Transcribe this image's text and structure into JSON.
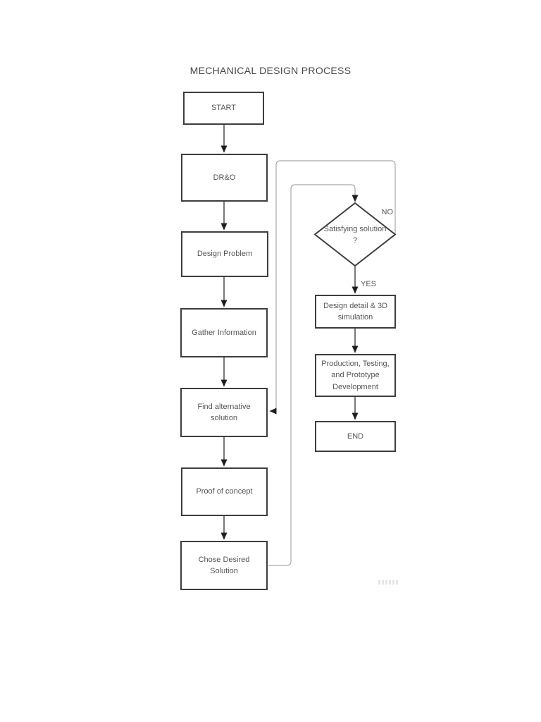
{
  "title": "MECHANICAL DESIGN PROCESS",
  "nodes": {
    "start": "START",
    "dro": "DR&O",
    "design_problem": "Design Problem",
    "gather_information": "Gather Information",
    "find_alternative": "Find alternative solution",
    "proof_of_concept": "Proof of concept",
    "chose_desired": "Chose Desired Solution",
    "decision": "Satisfying solution ?",
    "design_detail": "Design detail & 3D simulation",
    "production": "Production, Testing, and Prototype Development",
    "end": "END"
  },
  "edge_labels": {
    "no": "NO",
    "yes": "YES"
  },
  "colors": {
    "border": "#3d3d3d",
    "text": "#565656",
    "arrow": "#1f1f1f",
    "loop": "#a3a7aa",
    "background": "#ffffff"
  }
}
